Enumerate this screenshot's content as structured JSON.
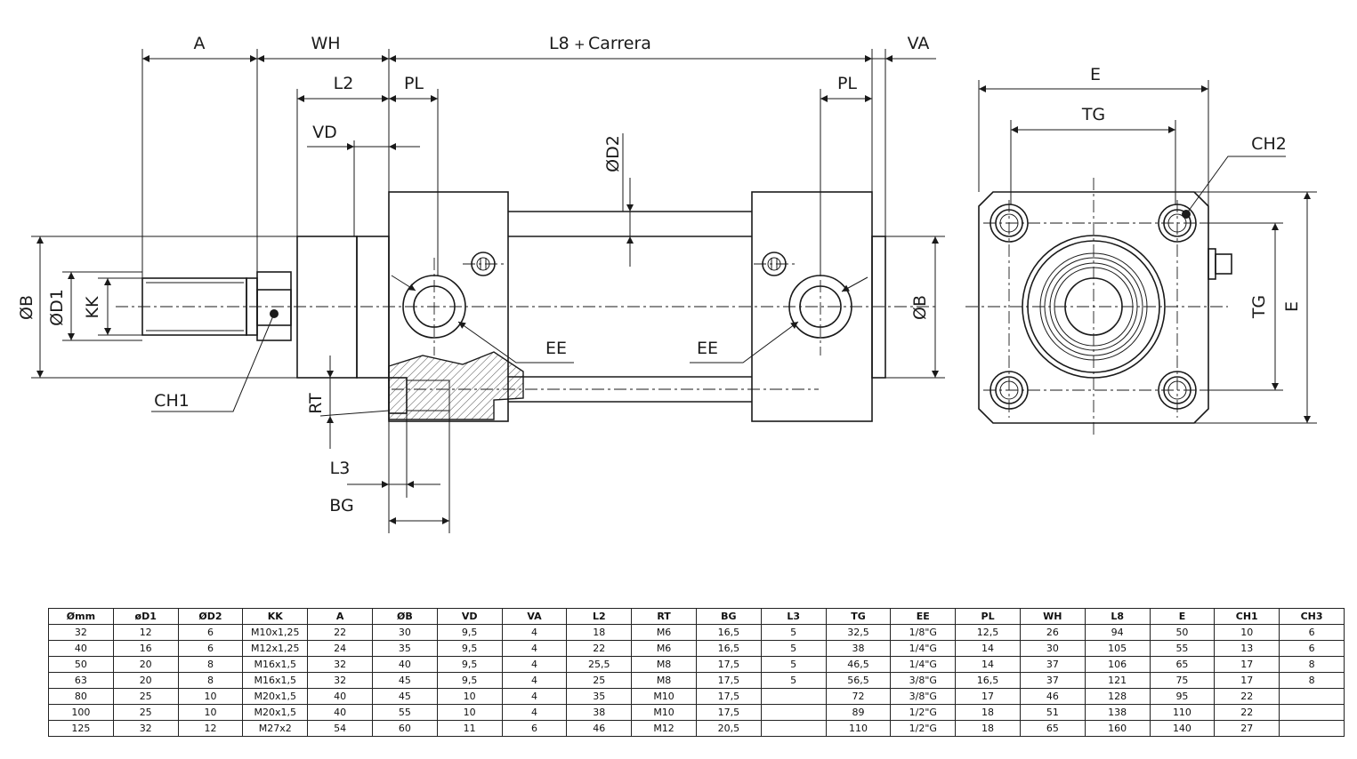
{
  "drawing": {
    "labels": {
      "A": "A",
      "WH": "WH",
      "L8": "L8",
      "plus": "+",
      "carrera": "Carrera",
      "VA": "VA",
      "L2": "L2",
      "PL_left": "PL",
      "PL_right": "PL",
      "VD": "VD",
      "D2": "ØD2",
      "B_left": "ØB",
      "D1": "ØD1",
      "KK": "KK",
      "CH1": "CH1",
      "EE_left": "EE",
      "EE_right": "EE",
      "B_right": "ØB",
      "RT": "RT",
      "L3": "L3",
      "BG": "BG",
      "E_top": "E",
      "TG_top": "TG",
      "CH2": "CH2",
      "TG_side": "TG",
      "E_side": "E"
    }
  },
  "table": {
    "headers": [
      "Ømm",
      "øD1",
      "ØD2",
      "KK",
      "A",
      "ØB",
      "VD",
      "VA",
      "L2",
      "RT",
      "BG",
      "L3",
      "TG",
      "EE",
      "PL",
      "WH",
      "L8",
      "E",
      "CH1",
      "CH3"
    ],
    "rows": [
      [
        "32",
        "12",
        "6",
        "M10x1,25",
        "22",
        "30",
        "9,5",
        "4",
        "18",
        "M6",
        "16,5",
        "5",
        "32,5",
        "1/8\"G",
        "12,5",
        "26",
        "94",
        "50",
        "10",
        "6"
      ],
      [
        "40",
        "16",
        "6",
        "M12x1,25",
        "24",
        "35",
        "9,5",
        "4",
        "22",
        "M6",
        "16,5",
        "5",
        "38",
        "1/4\"G",
        "14",
        "30",
        "105",
        "55",
        "13",
        "6"
      ],
      [
        "50",
        "20",
        "8",
        "M16x1,5",
        "32",
        "40",
        "9,5",
        "4",
        "25,5",
        "M8",
        "17,5",
        "5",
        "46,5",
        "1/4\"G",
        "14",
        "37",
        "106",
        "65",
        "17",
        "8"
      ],
      [
        "63",
        "20",
        "8",
        "M16x1,5",
        "32",
        "45",
        "9,5",
        "4",
        "25",
        "M8",
        "17,5",
        "5",
        "56,5",
        "3/8\"G",
        "16,5",
        "37",
        "121",
        "75",
        "17",
        "8"
      ],
      [
        "80",
        "25",
        "10",
        "M20x1,5",
        "40",
        "45",
        "10",
        "4",
        "35",
        "M10",
        "17,5",
        "",
        "72",
        "3/8\"G",
        "17",
        "46",
        "128",
        "95",
        "22",
        ""
      ],
      [
        "100",
        "25",
        "10",
        "M20x1,5",
        "40",
        "55",
        "10",
        "4",
        "38",
        "M10",
        "17,5",
        "",
        "89",
        "1/2\"G",
        "18",
        "51",
        "138",
        "110",
        "22",
        ""
      ],
      [
        "125",
        "32",
        "12",
        "M27x2",
        "54",
        "60",
        "11",
        "6",
        "46",
        "M12",
        "20,5",
        "",
        "110",
        "1/2\"G",
        "18",
        "65",
        "160",
        "140",
        "27",
        ""
      ]
    ]
  }
}
